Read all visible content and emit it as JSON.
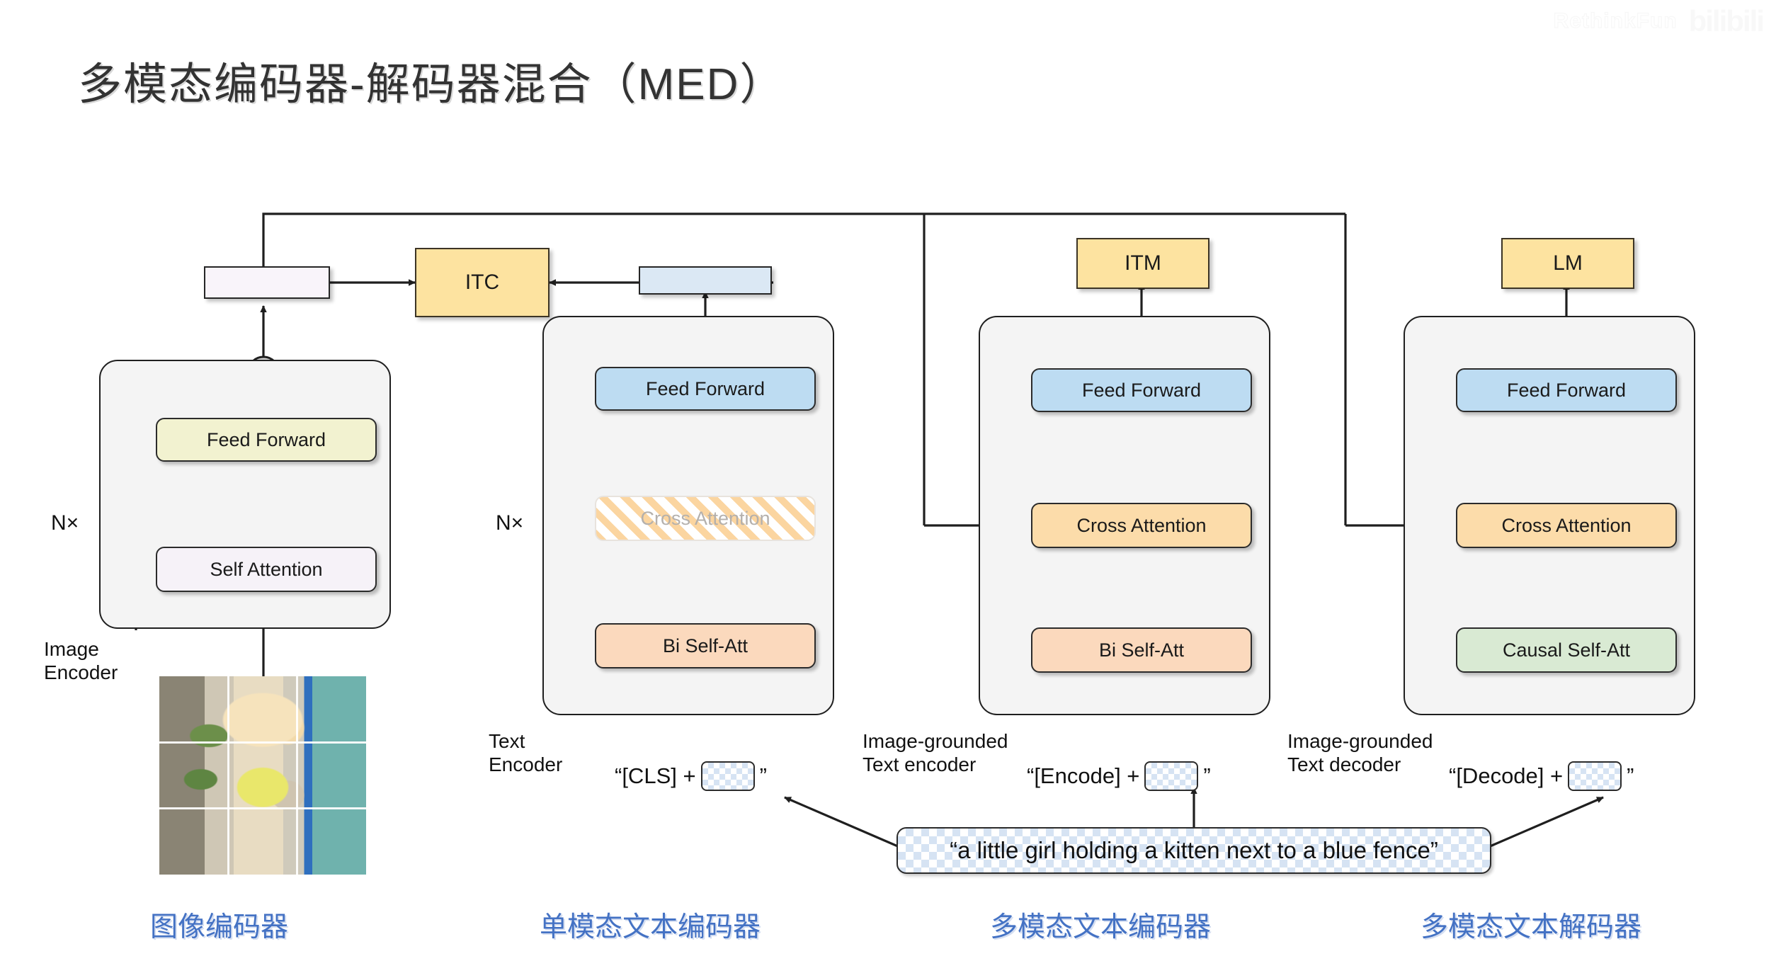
{
  "watermark": {
    "text": "RethinkFun",
    "logo": "bilibili"
  },
  "page": {
    "title": "多模态编码器-解码器混合（MED）"
  },
  "colors": {
    "loss": "#fde3a0",
    "feed_forward_image": "#f2f2d0",
    "feed_forward_text": "#bddcf2",
    "self_attention": "#f6f2f8",
    "bi_self_att": "#fbd9bd",
    "causal_self_att": "#d9ead3",
    "cross_attention": "#fcdcaa",
    "cross_attention_disabled": "#fbd5a0",
    "image_embedding": "#f9f4fa",
    "text_embedding": "#dbe8f4",
    "caption_zh": "#4472c4",
    "wire": "#1f1f1f"
  },
  "columns": [
    {
      "id": "image-encoder",
      "side_label": "Image\nEncoder",
      "nx_label": "N×",
      "caption_zh": "图像编码器",
      "blocks": [
        {
          "name": "feed-forward",
          "label": "Feed Forward"
        },
        {
          "name": "self-attention",
          "label": "Self Attention"
        }
      ]
    },
    {
      "id": "text-encoder",
      "side_label": "Text\nEncoder",
      "nx_label": "N×",
      "caption_zh": "单模态文本编码器",
      "token_prefix": "“[CLS] +",
      "token_suffix": "”",
      "blocks": [
        {
          "name": "feed-forward",
          "label": "Feed Forward"
        },
        {
          "name": "cross-attention-disabled",
          "label": "Cross Attention"
        },
        {
          "name": "bi-self-att",
          "label": "Bi Self-Att"
        }
      ]
    },
    {
      "id": "image-grounded-text-encoder",
      "side_label": "Image-grounded\nText encoder",
      "nx_label": "",
      "caption_zh": "多模态文本编码器",
      "token_prefix": "“[Encode] +",
      "token_suffix": "”",
      "blocks": [
        {
          "name": "feed-forward",
          "label": "Feed Forward"
        },
        {
          "name": "cross-attention",
          "label": "Cross Attention"
        },
        {
          "name": "bi-self-att",
          "label": "Bi Self-Att"
        }
      ]
    },
    {
      "id": "image-grounded-text-decoder",
      "side_label": "Image-grounded\nText decoder",
      "nx_label": "",
      "caption_zh": "多模态文本解码器",
      "token_prefix": "“[Decode] +",
      "token_suffix": "”",
      "blocks": [
        {
          "name": "feed-forward",
          "label": "Feed Forward"
        },
        {
          "name": "cross-attention",
          "label": "Cross Attention"
        },
        {
          "name": "causal-self-att",
          "label": "Causal Self-Att"
        }
      ]
    }
  ],
  "objectives": [
    {
      "name": "itc",
      "label": "ITC"
    },
    {
      "name": "itm",
      "label": "ITM"
    },
    {
      "name": "lm",
      "label": "LM"
    }
  ],
  "caption": {
    "text": "“a little girl holding a kitten next to a blue fence”"
  }
}
